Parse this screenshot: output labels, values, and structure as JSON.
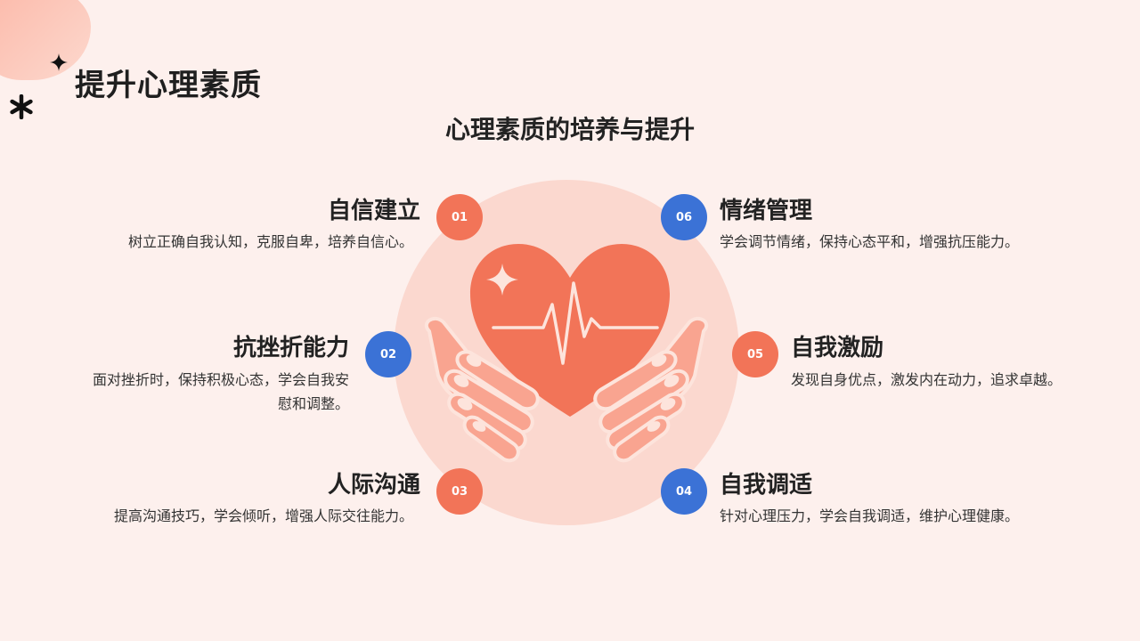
{
  "header": {
    "title": "提升心理素质",
    "subtitle": "心理素质的培养与提升"
  },
  "colors": {
    "background": "#fdf0ed",
    "accent_orange": "#f27458",
    "accent_blue": "#3b72d6",
    "circle_fill": "#fbd8cf"
  },
  "icons": {
    "corner_sparkle": "four-point-star-icon",
    "corner_asterisk": "asterisk-icon",
    "center": "heart-in-hands-icon"
  },
  "items": [
    {
      "number": "01",
      "title": "自信建立",
      "desc": "树立正确自我认知，克服自卑，培养自信心。",
      "color": "orange"
    },
    {
      "number": "02",
      "title": "抗挫折能力",
      "desc": "面对挫折时，保持积极心态，学会自我安慰和调整。",
      "color": "blue"
    },
    {
      "number": "03",
      "title": "人际沟通",
      "desc": "提高沟通技巧，学会倾听，增强人际交往能力。",
      "color": "orange"
    },
    {
      "number": "04",
      "title": "自我调适",
      "desc": "针对心理压力，学会自我调适，维护心理健康。",
      "color": "blue"
    },
    {
      "number": "05",
      "title": "自我激励",
      "desc": "发现自身优点，激发内在动力，追求卓越。",
      "color": "orange"
    },
    {
      "number": "06",
      "title": "情绪管理",
      "desc": "学会调节情绪，保持心态平和，增强抗压能力。",
      "color": "blue"
    }
  ]
}
